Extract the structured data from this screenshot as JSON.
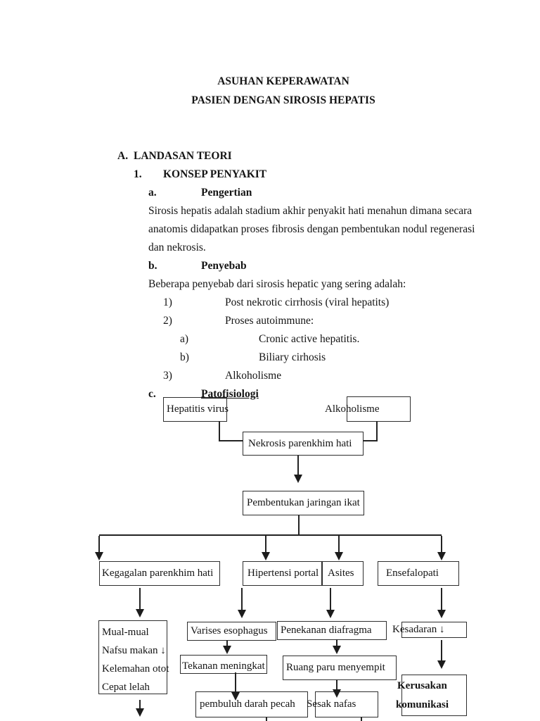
{
  "document": {
    "title_line1": "ASUHAN KEPERAWATAN",
    "title_line2": "PASIEN DENGAN SIROSIS HEPATIS",
    "section_a": {
      "marker": "A.",
      "title": "LANDASAN TEORI"
    },
    "konsep": {
      "marker": "1.",
      "title": "KONSEP PENYAKIT"
    },
    "pengertian": {
      "marker": "a.",
      "title": "Pengertian",
      "line1": "Sirosis hepatis adalah stadium akhir penyakit hati menahun dimana secara",
      "line2": "anatomis didapatkan proses fibrosis dengan pembentukan nodul regenerasi",
      "line3": "dan nekrosis."
    },
    "penyebab": {
      "marker": "b.",
      "title": "Penyebab",
      "intro": "Beberapa penyebab dari sirosis hepatic yang sering adalah:",
      "item1": {
        "marker": "1)",
        "text": "Post nekrotic cirrhosis (viral hepatits)"
      },
      "item2": {
        "marker": "2)",
        "text": "Proses autoimmune:"
      },
      "item2a": {
        "marker": "a)",
        "text": "Cronic active hepatitis."
      },
      "item2b": {
        "marker": "b)",
        "text": "Biliary cirhosis"
      },
      "item3": {
        "marker": "3)",
        "text": "Alkoholisme"
      }
    },
    "patofisiologi": {
      "marker": "c.",
      "title": "Patofisiologi"
    }
  },
  "flowchart": {
    "hepatitis_virus": "Hepatitis virus",
    "alkoholisme": "Alkoholisme",
    "nekrosis": "Nekrosis parenkhim hati",
    "pembentukan": "Pembentukan jaringan ikat",
    "kegagalan": "Kegagalan parenkhim hati",
    "hipertensi": "Hipertensi portal",
    "asites": "Asites",
    "ensefalopati": "Ensefalopati",
    "gejala_line1": "Mual-mual",
    "gejala_line2": "Nafsu makan ↓",
    "gejala_line3": "Kelemahan otot",
    "gejala_line4": "Cepat lelah",
    "varises": "Varises esophagus",
    "penekanan": "Penekanan diafragma",
    "kesadaran": "Kesadaran ↓",
    "tekanan": "Tekanan meningkat",
    "ruang_paru": "Ruang paru menyempit",
    "kerusakan_line1": "Kerusakan",
    "kerusakan_line2": "komunikasi",
    "pembuluh": "pembuluh darah pecah",
    "sesak": "Sesak nafas"
  }
}
